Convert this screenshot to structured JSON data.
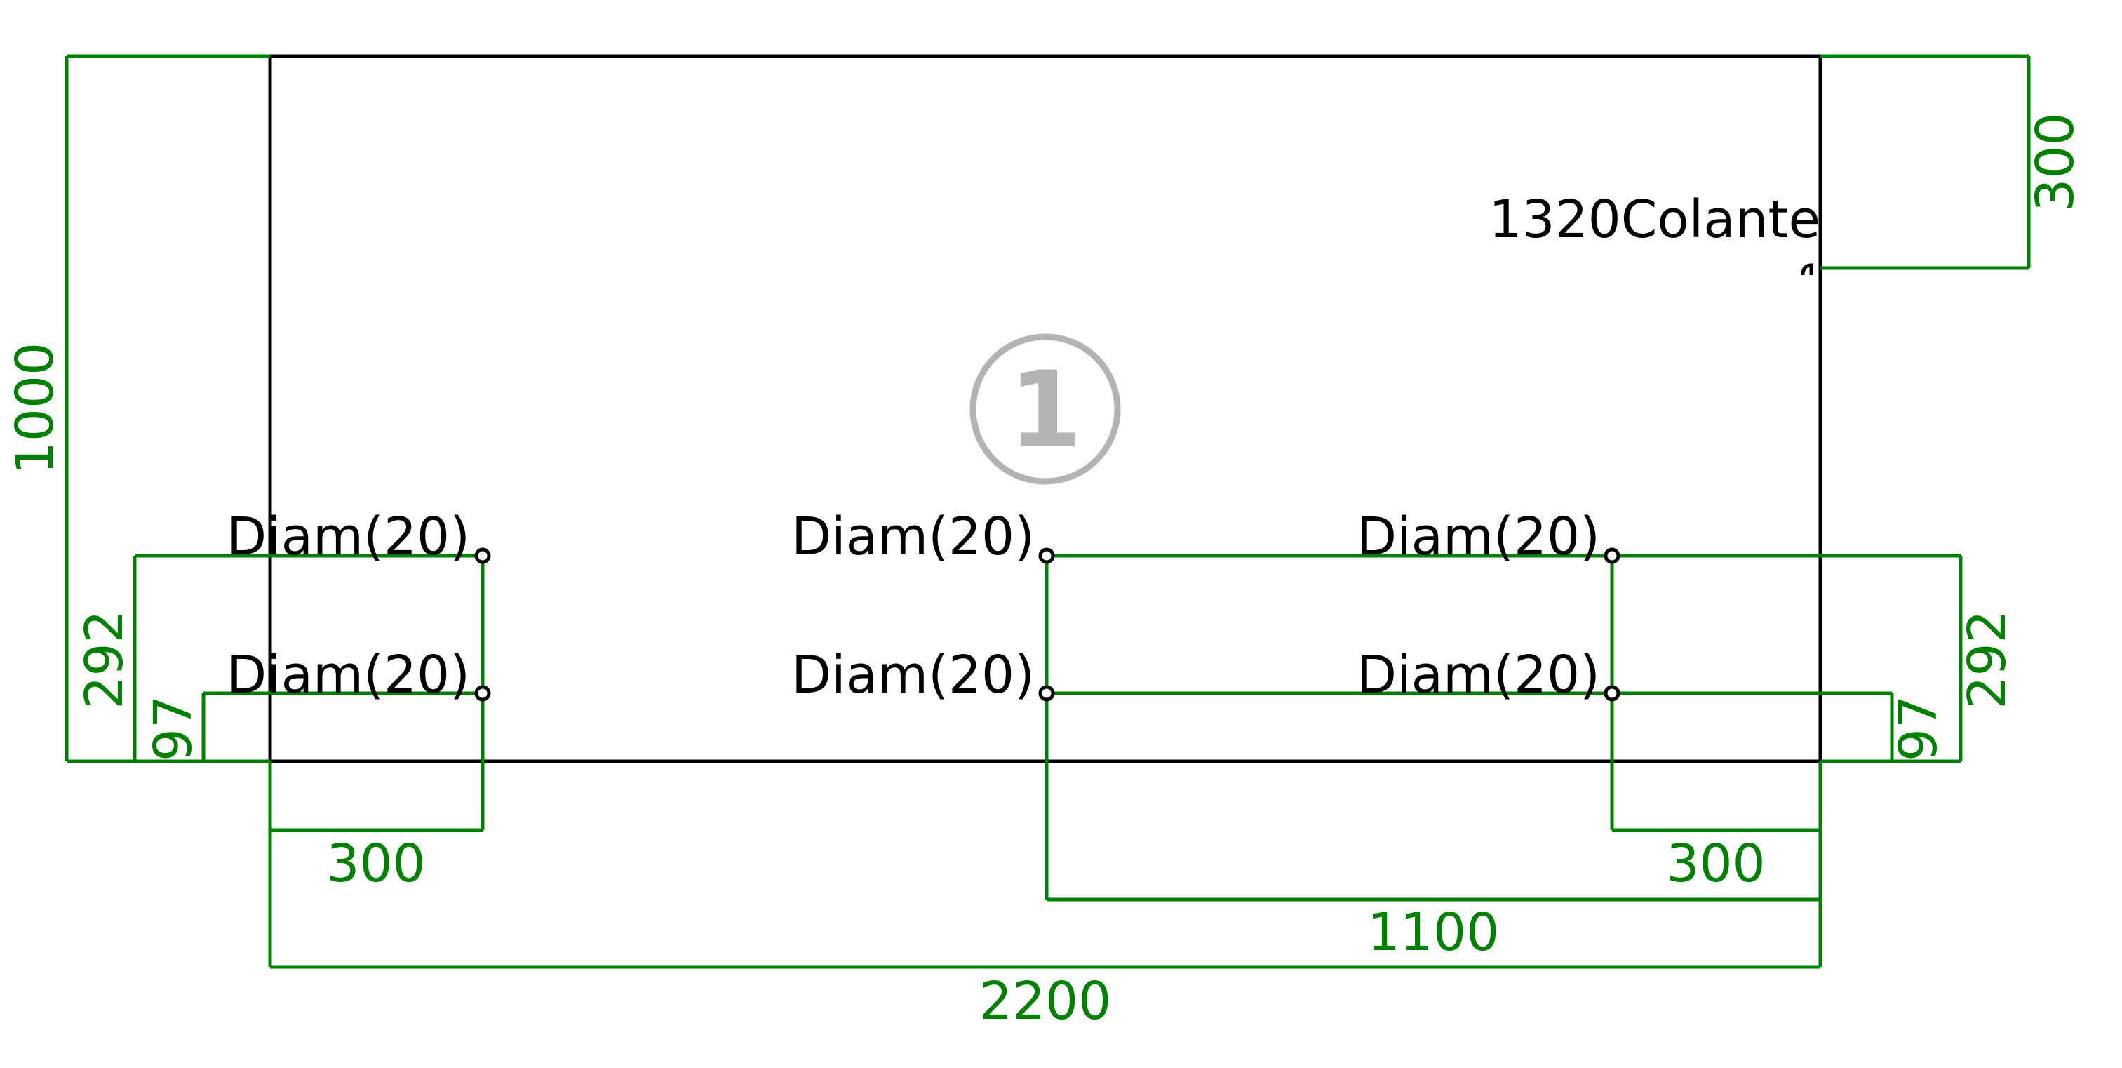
{
  "part": {
    "marker": "1",
    "edge_label": "1320Colante"
  },
  "holes": [
    {
      "label": "Diam(20)"
    },
    {
      "label": "Diam(20)"
    },
    {
      "label": "Diam(20)"
    },
    {
      "label": "Diam(20)"
    },
    {
      "label": "Diam(20)"
    },
    {
      "label": "Diam(20)"
    }
  ],
  "dimensions": {
    "total_width": "2200",
    "total_height": "1000",
    "center_offset": "1100",
    "left_hole_x": "300",
    "right_hole_x": "300",
    "left_upper_row": "292",
    "left_lower_row": "97",
    "right_upper_row": "292",
    "right_lower_row": "97",
    "edge_label_offset": "300"
  },
  "colors": {
    "dimension": "#008000",
    "outline": "#000000",
    "marker": "#b3b3b3"
  }
}
